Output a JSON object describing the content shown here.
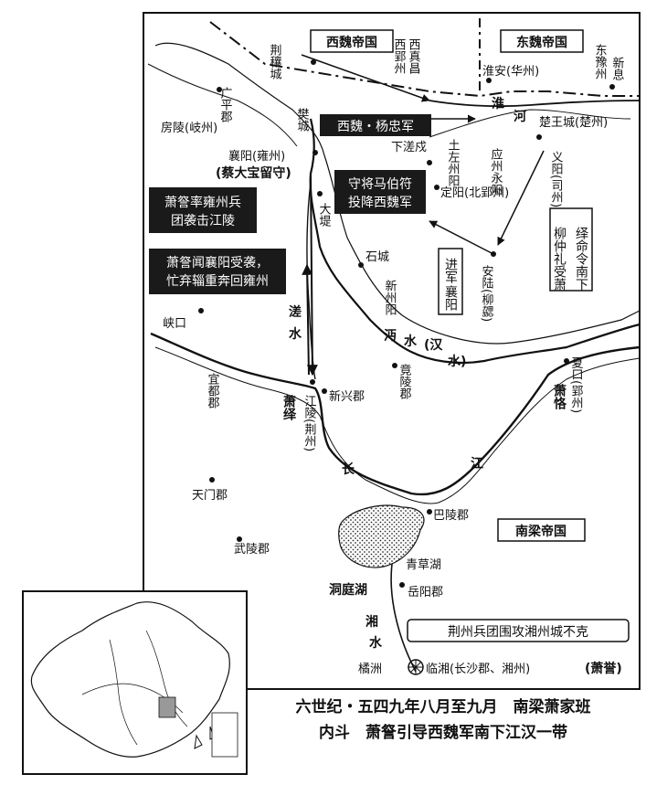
{
  "map": {
    "empires": {
      "west_wei": "西魏帝国",
      "east_wei": "东魏帝国",
      "south_liang": "南梁帝国"
    },
    "callouts": {
      "west_wei_army": "西魏・杨忠军",
      "surrender": [
        "守将马伯符",
        "投降西魏军"
      ],
      "xiao_cha_attack": [
        "萧詧率雍州兵",
        "团袭击江陵"
      ],
      "xiao_cha_return": [
        "萧詧闻襄阳受袭，",
        "忙弃辎重奔回雍州"
      ],
      "liu_zhongli": [
        "柳仲礼受萧",
        "绎命令南下"
      ],
      "advance_xiangyang": [
        "进军",
        "襄阳"
      ],
      "jingzhou_siege": "荆州兵团围攻湘州城不克"
    },
    "places": {
      "jingmucheng": "荆穰城",
      "xi_zhen_chang": "西真昌",
      "xi_ying_zhou": "西郢州",
      "huaian": "淮安(华州)",
      "dong_yu_zhou": "东豫州",
      "xinxi": "新息",
      "guangping": "广平郡",
      "fangling": "房陵(岐州)",
      "fancheng": "樊城",
      "xiangyang": "襄阳(雍州)",
      "cai_dabao": "(蔡大宝留守)",
      "xiachashu": "下溠戍",
      "tu_zuozhou": "土左州阳",
      "yingzhou_yongyang": "应州永阳",
      "chuwang": "楚王城(楚州)",
      "yiyang": "义阳(司州)",
      "dingyang": "定阳(北郢州)",
      "dadi": "大堤",
      "shicheng": "石城",
      "xinyang": "新州阳",
      "anlu": "安陆(柳勰)",
      "xiakou": "峡口",
      "yidu": "宜都郡",
      "jiangling": "江陵(荆州)",
      "xiao_yi": "萧绎",
      "xinxing": "新兴郡",
      "jingling": "竟陵郡",
      "xiakou_e": "夏口(郢州)",
      "xiao_kai": "萧恪",
      "tianmen": "天门郡",
      "wuling": "武陵郡",
      "baling": "巴陵郡",
      "qingcaohu": "青草湖",
      "dongtinghu": "洞庭湖",
      "yueyang": "岳阳郡",
      "juzhou": "橘洲",
      "linxiang": "临湘(长沙郡、湘州)",
      "xiao_yu": "(萧誉)"
    },
    "rivers": {
      "huai_he": [
        "淮",
        "河"
      ],
      "ju_shui": [
        "溠",
        "水"
      ],
      "mian_shui": [
        "沔",
        "水",
        "(汉",
        "水)"
      ],
      "chang_jiang": [
        "长",
        "江"
      ],
      "xiang_shui": [
        "湘",
        "水"
      ]
    }
  },
  "caption": {
    "line1": "六世纪・五四九年八月至九月　南梁萧家班",
    "line2": "内斗　萧詧引导西魏军南下江汉一带"
  }
}
